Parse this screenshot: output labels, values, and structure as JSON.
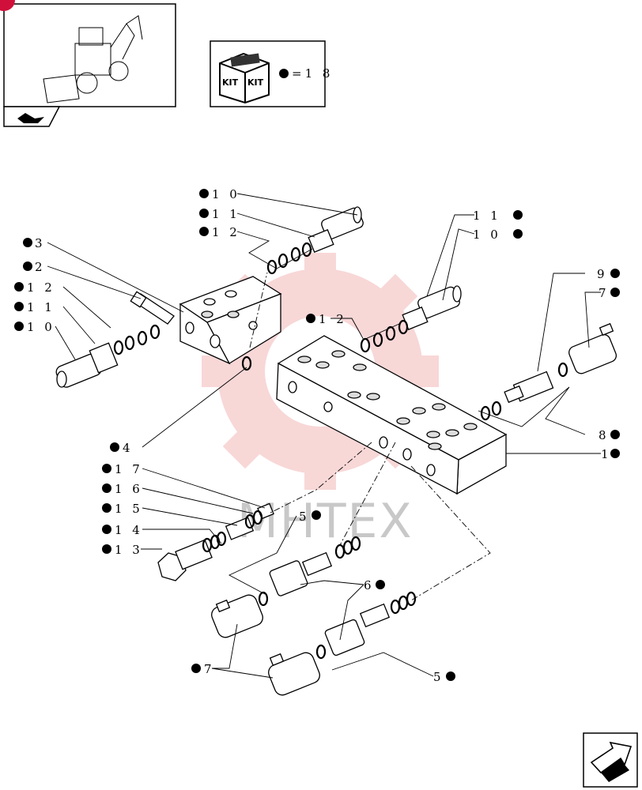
{
  "kit_box": {
    "left_label": "KIT",
    "right_label": "KIT",
    "equation": "=1 8"
  },
  "watermark": "MHTEX",
  "callouts": [
    {
      "id": "c10a",
      "text": "1 0"
    },
    {
      "id": "c11a",
      "text": "1 1"
    },
    {
      "id": "c12a",
      "text": "1 2"
    },
    {
      "id": "c11b",
      "text": "1 1"
    },
    {
      "id": "c10b",
      "text": "1 0"
    },
    {
      "id": "c3",
      "text": "3"
    },
    {
      "id": "c2",
      "text": "2"
    },
    {
      "id": "c12b",
      "text": "1 2"
    },
    {
      "id": "c11c",
      "text": "1 1"
    },
    {
      "id": "c10c",
      "text": "1 0"
    },
    {
      "id": "c12c",
      "text": "1 2"
    },
    {
      "id": "c9",
      "text": "9"
    },
    {
      "id": "c7a",
      "text": "7"
    },
    {
      "id": "c8",
      "text": "8"
    },
    {
      "id": "c1",
      "text": "1"
    },
    {
      "id": "c4",
      "text": "4"
    },
    {
      "id": "c17",
      "text": "1 7"
    },
    {
      "id": "c16",
      "text": "1 6"
    },
    {
      "id": "c15",
      "text": "1 5"
    },
    {
      "id": "c14",
      "text": "1 4"
    },
    {
      "id": "c13",
      "text": "1 3"
    },
    {
      "id": "c5a",
      "text": "5"
    },
    {
      "id": "c6",
      "text": "6"
    },
    {
      "id": "c7b",
      "text": "7"
    },
    {
      "id": "c5b",
      "text": "5"
    }
  ],
  "colors": {
    "line": "#000000",
    "watermark_red": "#f3b8b8",
    "badge_red": "#d0103a"
  },
  "icons": [
    "backhoe-loader-thumbnail-icon",
    "kit-box-icon",
    "next-page-arrow-icon",
    "page-flip-icon"
  ]
}
